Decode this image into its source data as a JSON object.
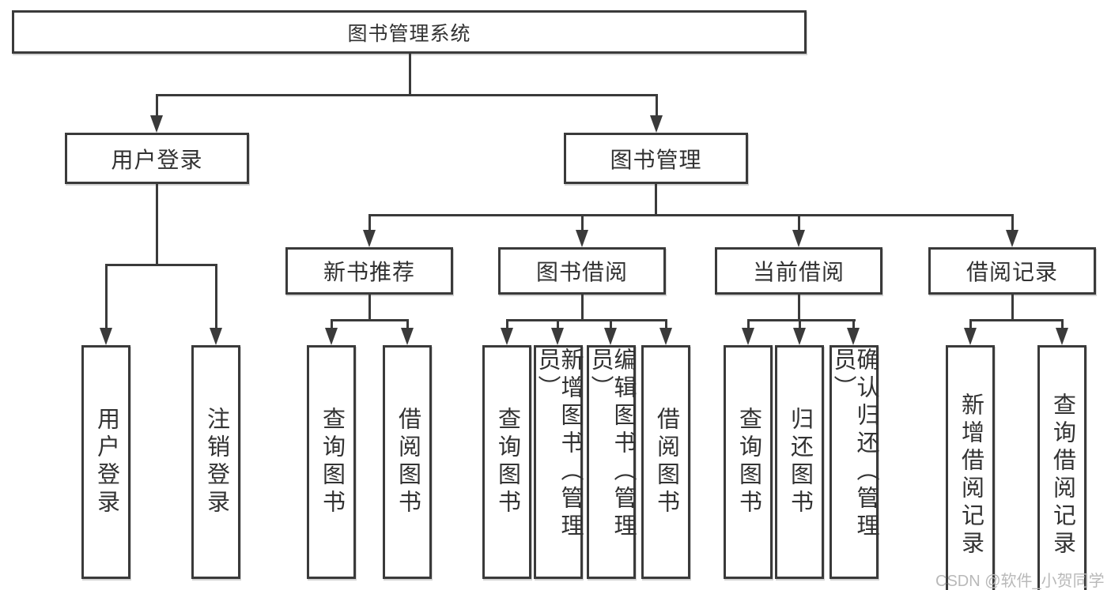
{
  "diagram_title": "图书管理系统",
  "watermark": "CSDN @软件_小贺同学",
  "colors": {
    "line": "#3a3a3a",
    "border": "#3a3a3a",
    "text": "#323232",
    "watermark": "#b9b9b9",
    "background": "#ffffff"
  },
  "tree": {
    "root": {
      "label": "图书管理系统",
      "children": [
        {
          "label": "用户登录",
          "children": [
            {
              "label": "用户登录"
            },
            {
              "label": "注销登录"
            }
          ]
        },
        {
          "label": "图书管理",
          "children": [
            {
              "label": "新书推荐",
              "children": [
                {
                  "label": "查询图书"
                },
                {
                  "label": "借阅图书"
                }
              ]
            },
            {
              "label": "图书借阅",
              "children": [
                {
                  "label": "查询图书"
                },
                {
                  "label": "新增图书（管理员）"
                },
                {
                  "label": "编辑图书（管理员）"
                },
                {
                  "label": "借阅图书"
                }
              ]
            },
            {
              "label": "当前借阅",
              "children": [
                {
                  "label": "查询图书"
                },
                {
                  "label": "归还图书"
                },
                {
                  "label": "确认归还（管理员）"
                }
              ]
            },
            {
              "label": "借阅记录",
              "children": [
                {
                  "label": "新增借阅记录"
                },
                {
                  "label": "查询借阅记录"
                }
              ]
            }
          ]
        }
      ]
    }
  }
}
